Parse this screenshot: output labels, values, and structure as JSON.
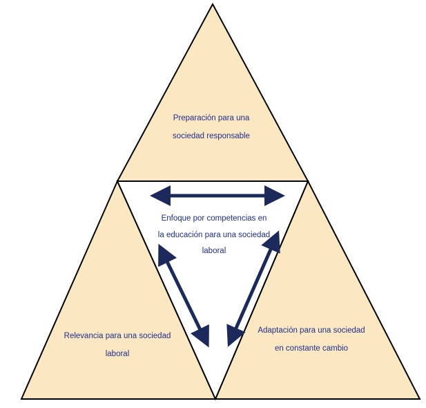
{
  "colors": {
    "triangle_fill": "#fbe7c2",
    "center_fill": "#ffffff",
    "outline": "#000000",
    "text": "#1f2e8c",
    "arrow": "#1b2a5a"
  },
  "top": {
    "line1": "Preparación para una",
    "line2": "sociedad responsable"
  },
  "center": {
    "line1": "Enfoque por competencias en",
    "line2": "la educación para una sociedad",
    "line3": "laboral"
  },
  "left": {
    "line1": "Relevancia para una sociedad",
    "line2": "laboral"
  },
  "right": {
    "line1": "Adaptación para una sociedad",
    "line2": "en constante cambio"
  }
}
